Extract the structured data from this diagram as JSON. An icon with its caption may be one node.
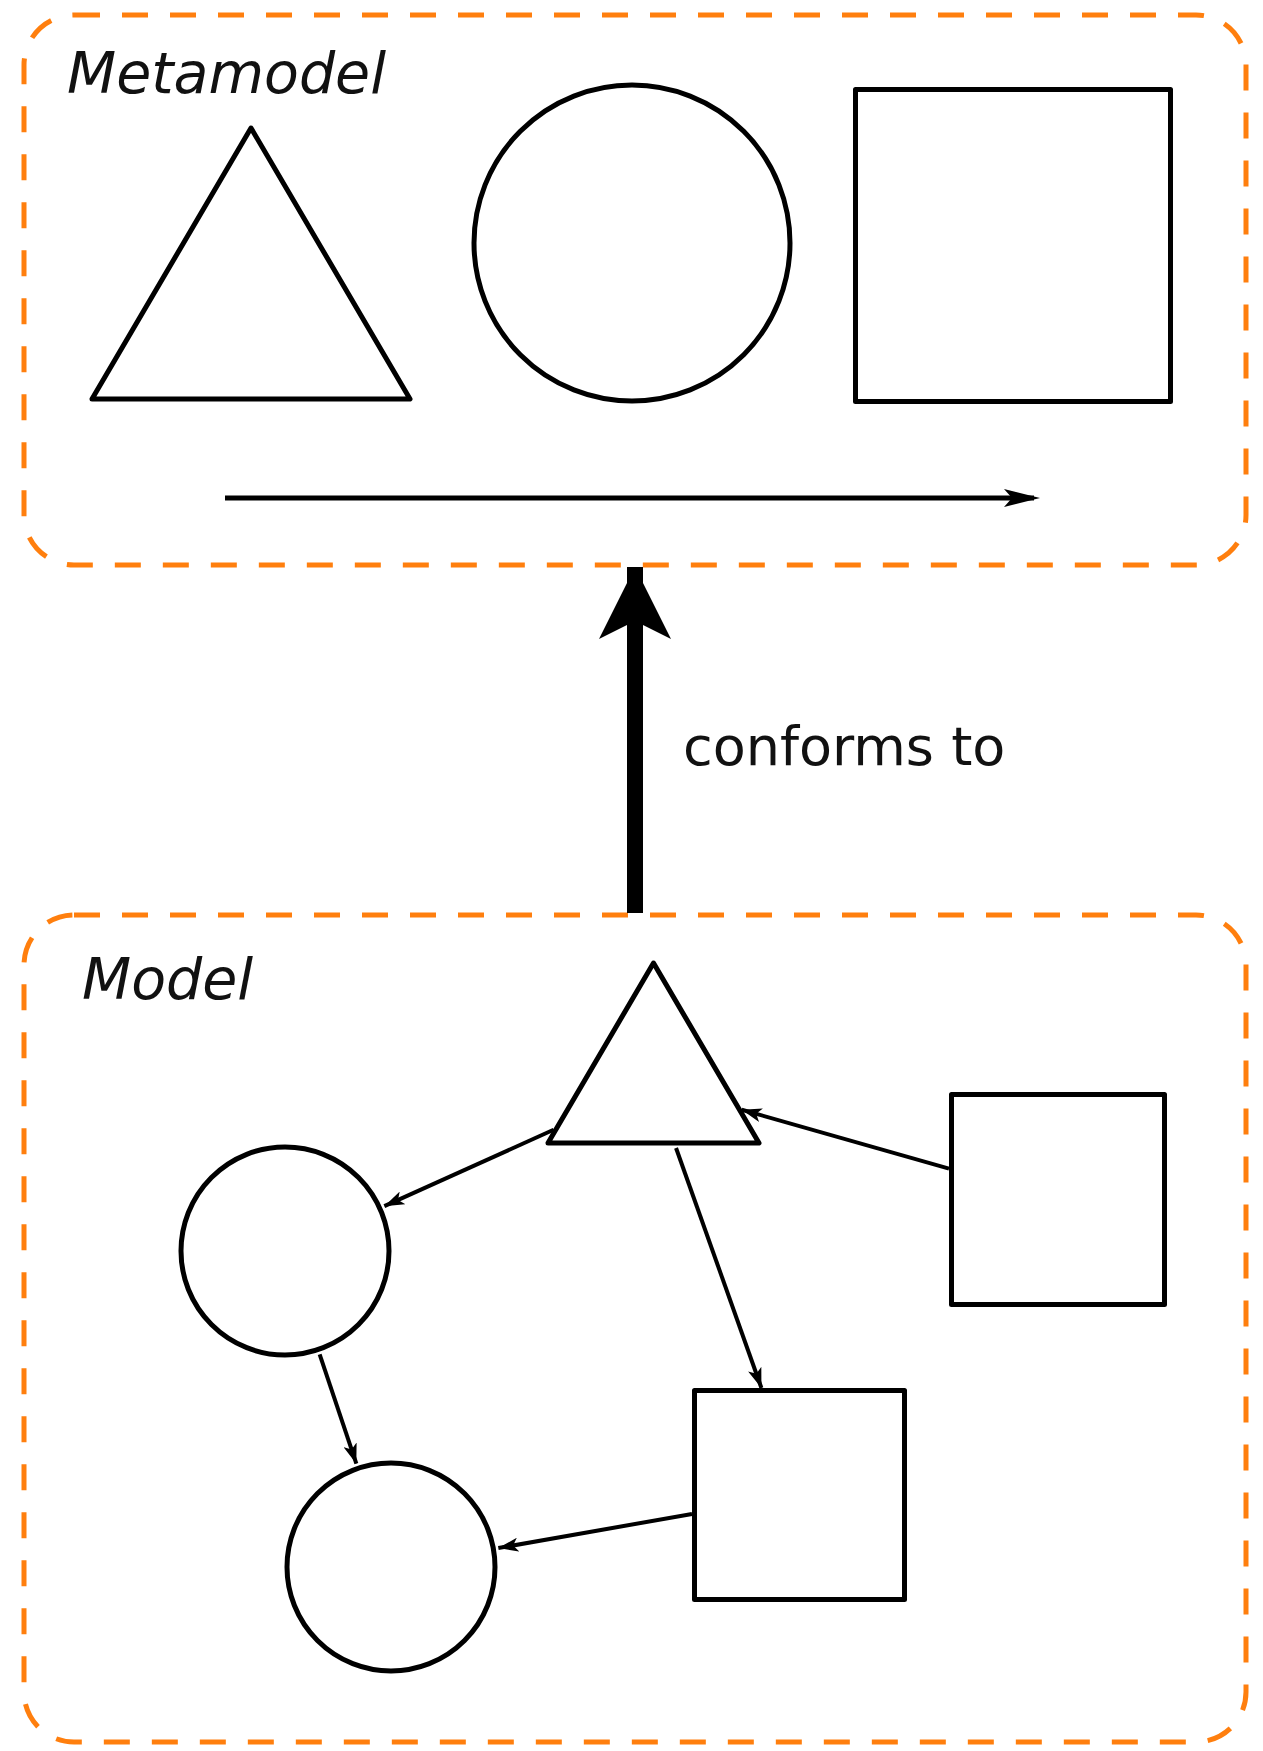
{
  "diagram": {
    "nodes": [
      {
        "text": [
          "Metamodel"
        ]
      },
      {
        "text": [],
        "shape": "triangle",
        "in": 0
      },
      {
        "text": [],
        "shape": "circle",
        "in": 0
      },
      {
        "text": [],
        "shape": "box",
        "in": 0
      },
      {
        "text": [],
        "shape": "arrow",
        "in": 0
      },
      {
        "text": [
          "Model"
        ]
      },
      {
        "text": [],
        "shape": "triangle",
        "in": 5
      },
      {
        "text": [],
        "shape": "box",
        "in": 5
      },
      {
        "text": [],
        "shape": "circle",
        "in": 5
      },
      {
        "text": [],
        "shape": "box",
        "in": 5
      },
      {
        "text": [],
        "shape": "circle",
        "in": 5
      }
    ],
    "edges": [
      {
        "from": 5,
        "to": 0,
        "arrow": "to",
        "label": "conforms to",
        "style": "thick"
      },
      {
        "from": 6,
        "to": 8,
        "arrow": "to"
      },
      {
        "from": 7,
        "to": 6,
        "arrow": "to"
      },
      {
        "from": 6,
        "to": 9,
        "arrow": "to"
      },
      {
        "from": 8,
        "to": 10,
        "arrow": "to"
      },
      {
        "from": 9,
        "to": 10,
        "arrow": "to"
      }
    ]
  }
}
